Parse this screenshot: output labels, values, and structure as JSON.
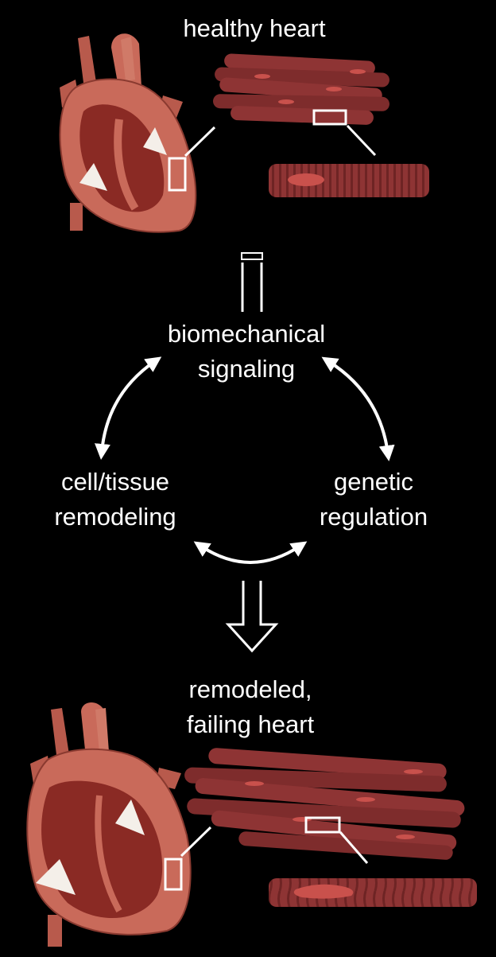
{
  "top": {
    "title": "healthy heart"
  },
  "cycle": {
    "center": [
      "biomechanical",
      "signaling"
    ],
    "left": [
      "cell/tissue",
      "remodeling"
    ],
    "right": [
      "genetic",
      "regulation"
    ]
  },
  "bottom": {
    "title": [
      "remodeled,",
      "failing heart"
    ]
  },
  "colors": {
    "background": "#000000",
    "heart_outer": "#c96a5a",
    "heart_inner": "#8a2a24",
    "muscle": "#8e3434",
    "muscle_dark": "#6e2424",
    "nucleus": "#c9514c",
    "arrow": "#ffffff"
  }
}
